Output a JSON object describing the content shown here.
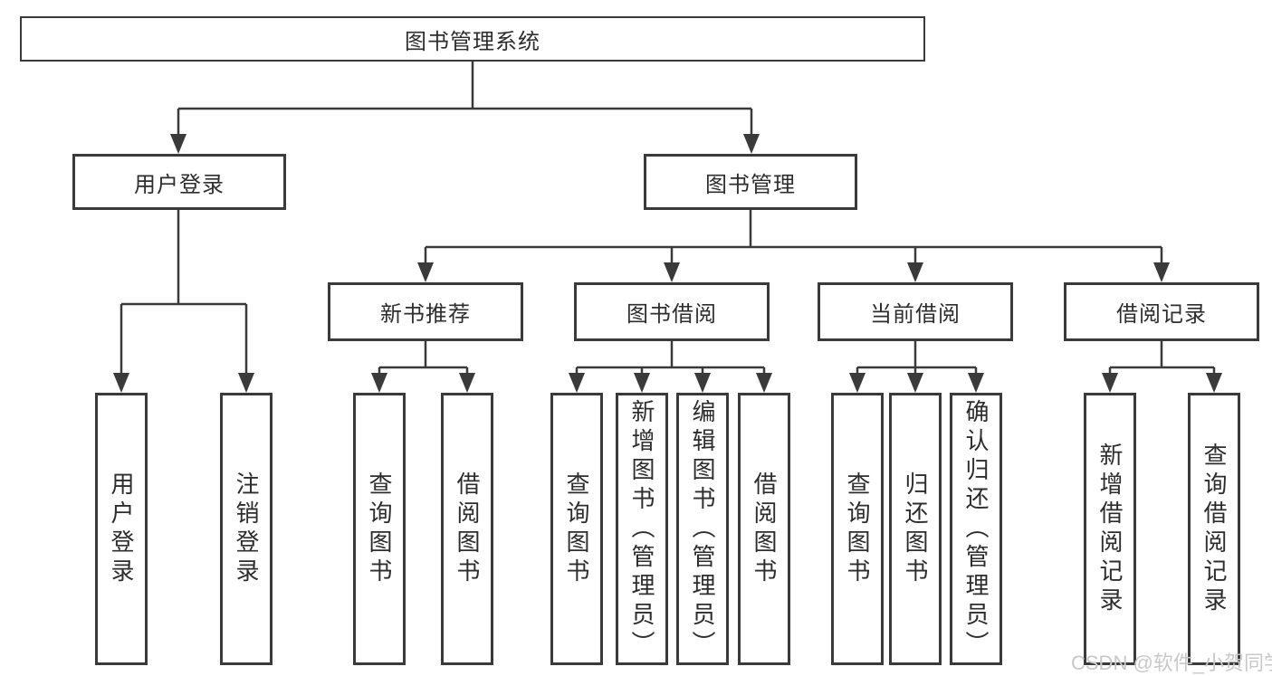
{
  "tree": {
    "root": {
      "label": "图书管理系统",
      "children": [
        {
          "label": "用户登录",
          "children": [
            {
              "label": "用户登录"
            },
            {
              "label": "注销登录"
            }
          ]
        },
        {
          "label": "图书管理",
          "children": [
            {
              "label": "新书推荐",
              "children": [
                {
                  "label": "查询图书"
                },
                {
                  "label": "借阅图书"
                }
              ]
            },
            {
              "label": "图书借阅",
              "children": [
                {
                  "label": "查询图书"
                },
                {
                  "label": "新增图书（管理员）"
                },
                {
                  "label": "编辑图书（管理员）"
                },
                {
                  "label": "借阅图书"
                }
              ]
            },
            {
              "label": "当前借阅",
              "children": [
                {
                  "label": "查询图书"
                },
                {
                  "label": "归还图书"
                },
                {
                  "label": "确认归还（管理员）"
                }
              ]
            },
            {
              "label": "借阅记录",
              "children": [
                {
                  "label": "新增借阅记录"
                },
                {
                  "label": "查询借阅记录"
                }
              ]
            }
          ]
        }
      ]
    }
  },
  "watermark": "CSDN @软件_小贺同学",
  "colors": {
    "line": "#3a3a3a",
    "text": "#2d2d2d",
    "watermark": "#c8c8c8",
    "background": "#ffffff"
  }
}
